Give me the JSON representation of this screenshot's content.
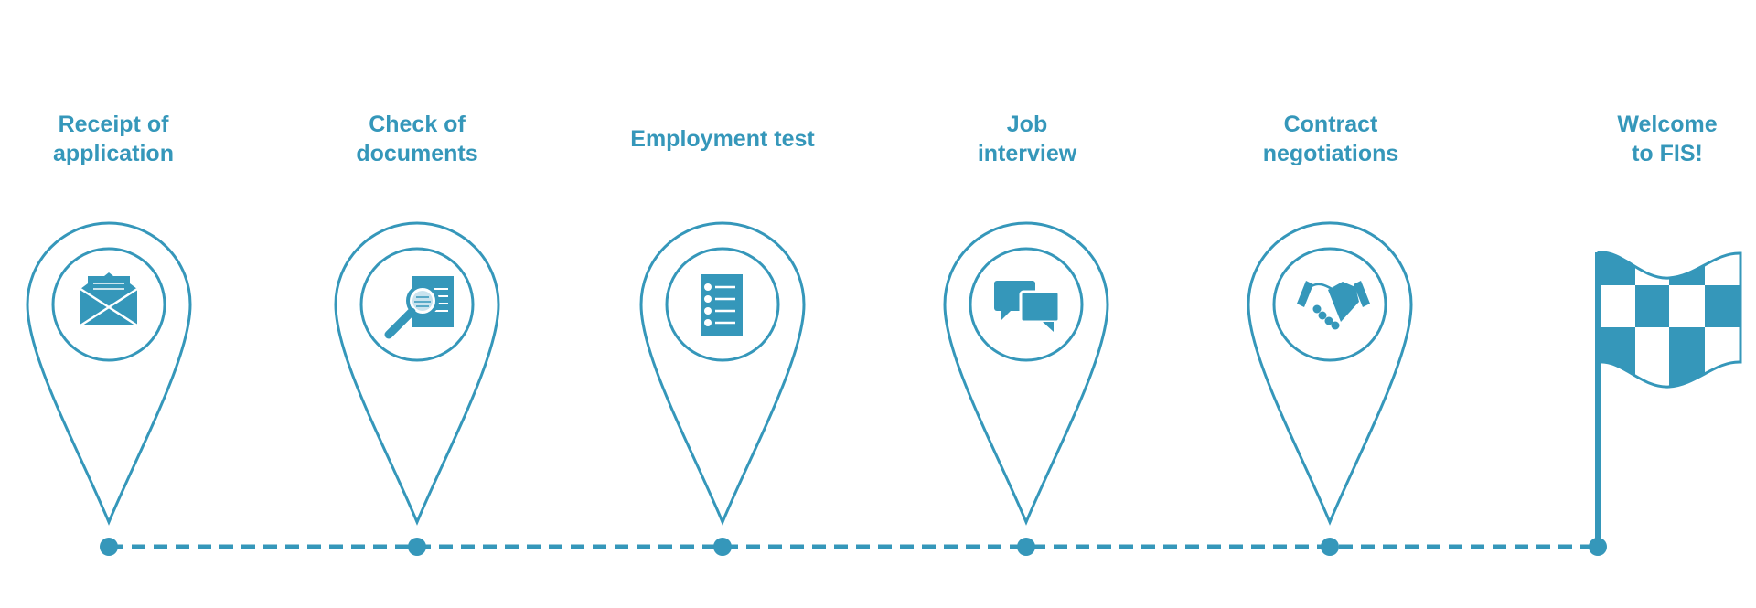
{
  "colors": {
    "accent": "#3597ba",
    "background": "#ffffff"
  },
  "steps": [
    {
      "title": "Receipt of\napplication",
      "icon": "envelope-icon"
    },
    {
      "title": "Check of\ndocuments",
      "icon": "document-magnifier-icon"
    },
    {
      "title": "Employment test",
      "icon": "checklist-icon"
    },
    {
      "title": "Job\ninterview",
      "icon": "speech-bubbles-icon"
    },
    {
      "title": "Contract\nnegotiations",
      "icon": "handshake-icon"
    }
  ],
  "finish": {
    "title": "Welcome\nto FIS!",
    "icon": "checkered-flag-icon"
  }
}
